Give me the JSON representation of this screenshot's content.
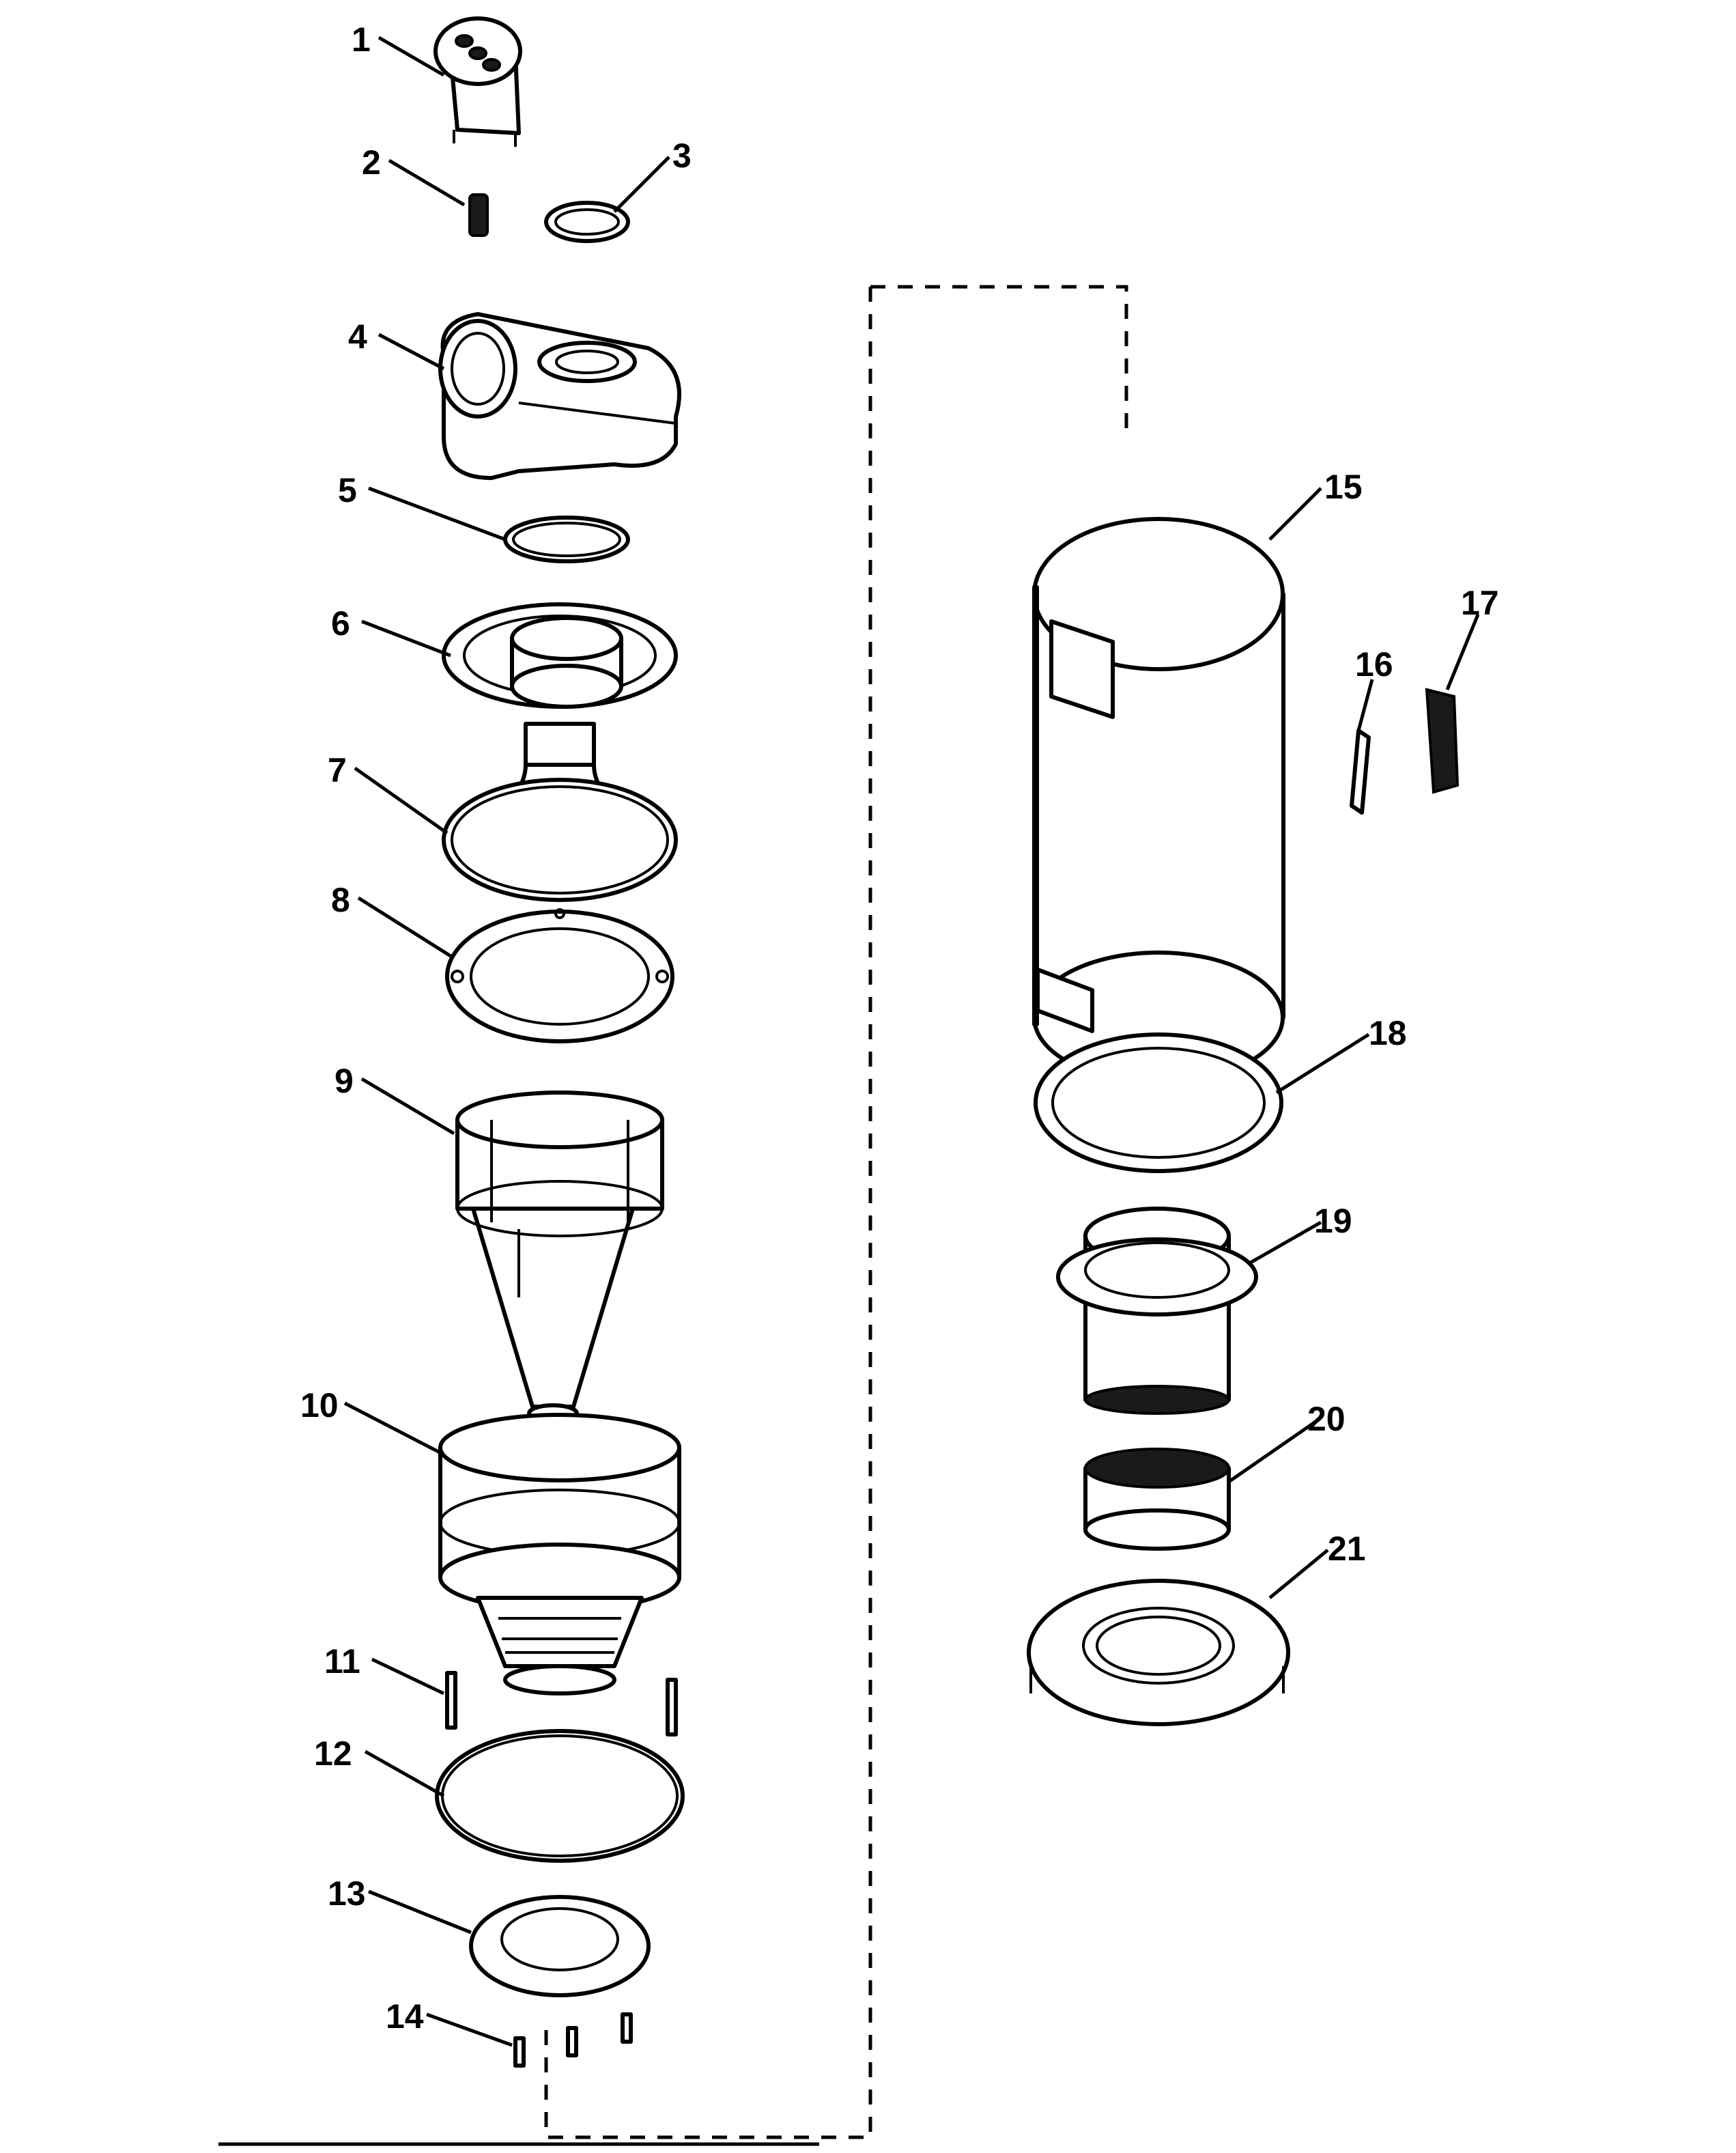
{
  "diagram": {
    "type": "exploded-parts-view",
    "callouts": [
      "1",
      "2",
      "3",
      "4",
      "5",
      "6",
      "7",
      "8",
      "9",
      "10",
      "11",
      "12",
      "13",
      "14",
      "15",
      "16",
      "17",
      "18",
      "19",
      "20",
      "21"
    ]
  }
}
